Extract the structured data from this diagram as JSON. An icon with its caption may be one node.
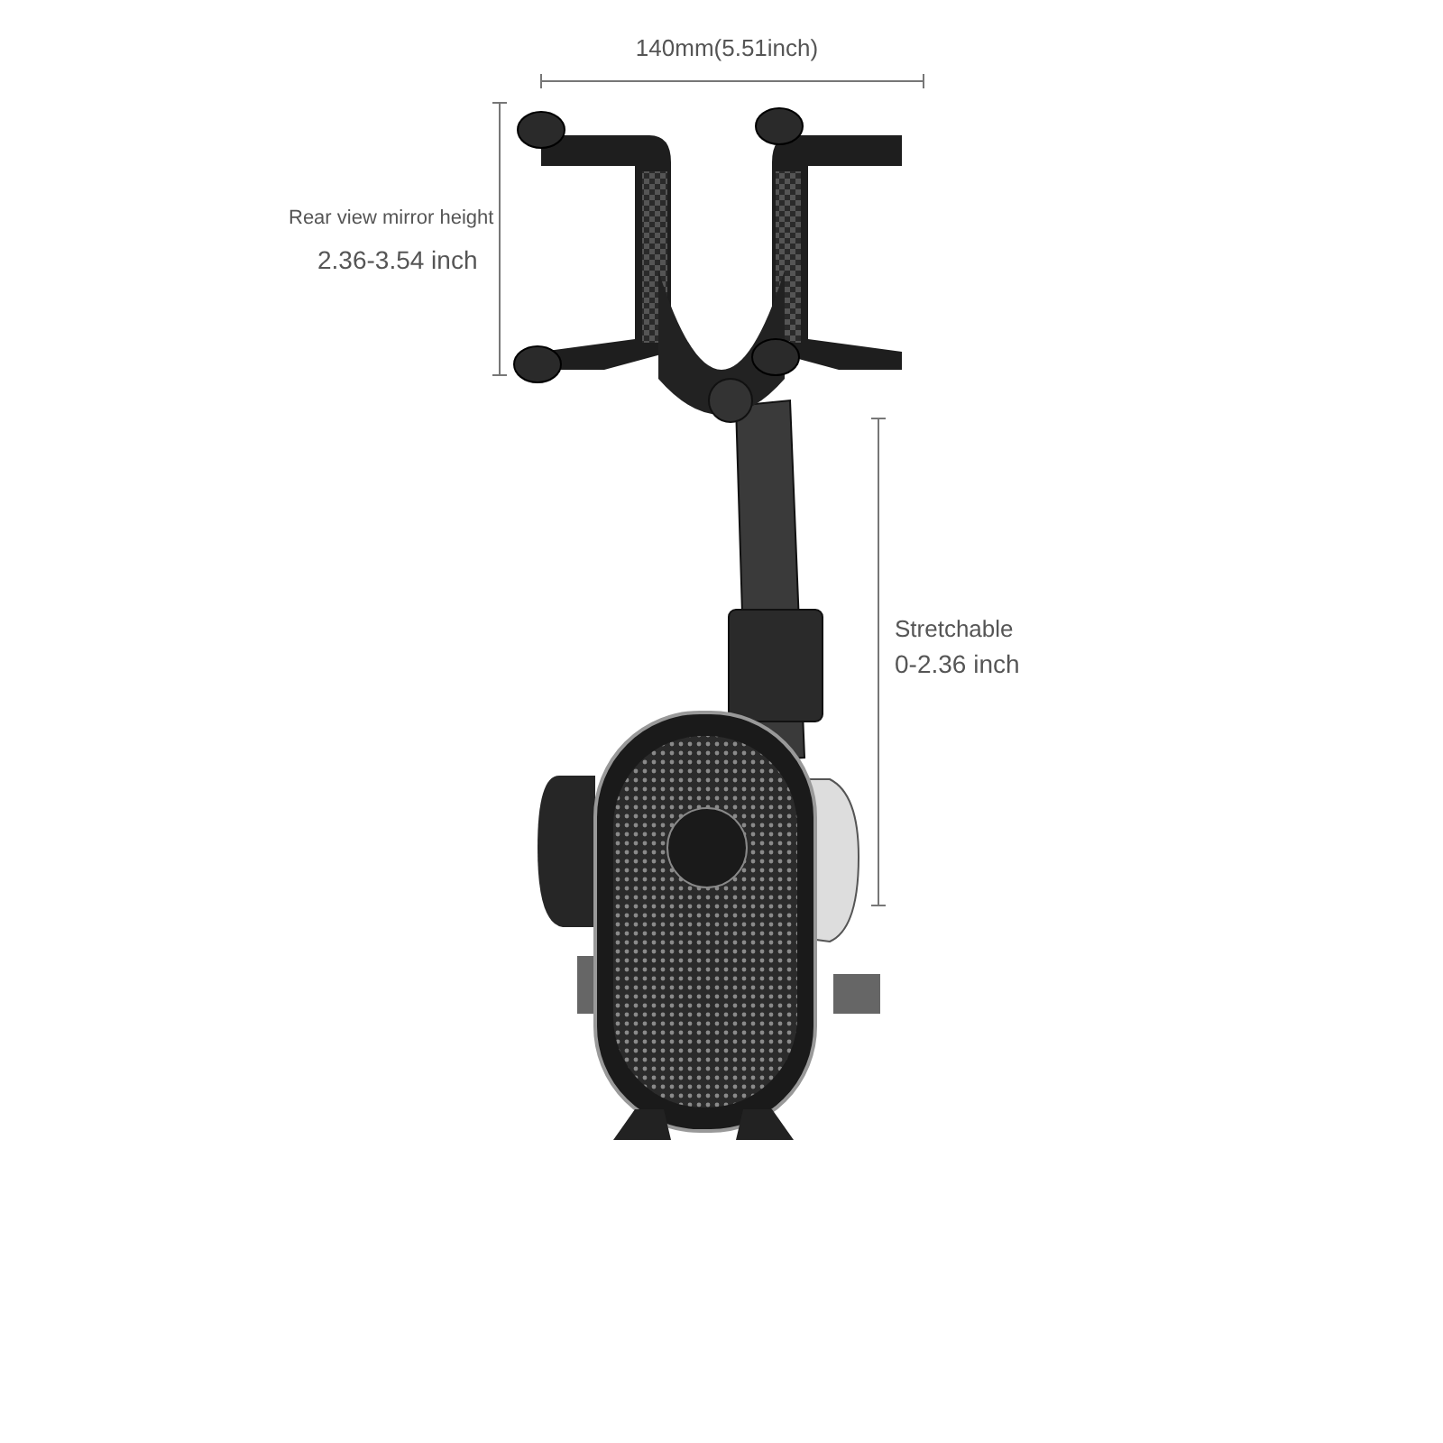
{
  "diagram": {
    "labels": [
      "140mm(5.51inch)",
      "Rear view mirror height",
      "2.36-3.54 inch",
      "Stretchable",
      "0-2.36 inch"
    ]
  }
}
